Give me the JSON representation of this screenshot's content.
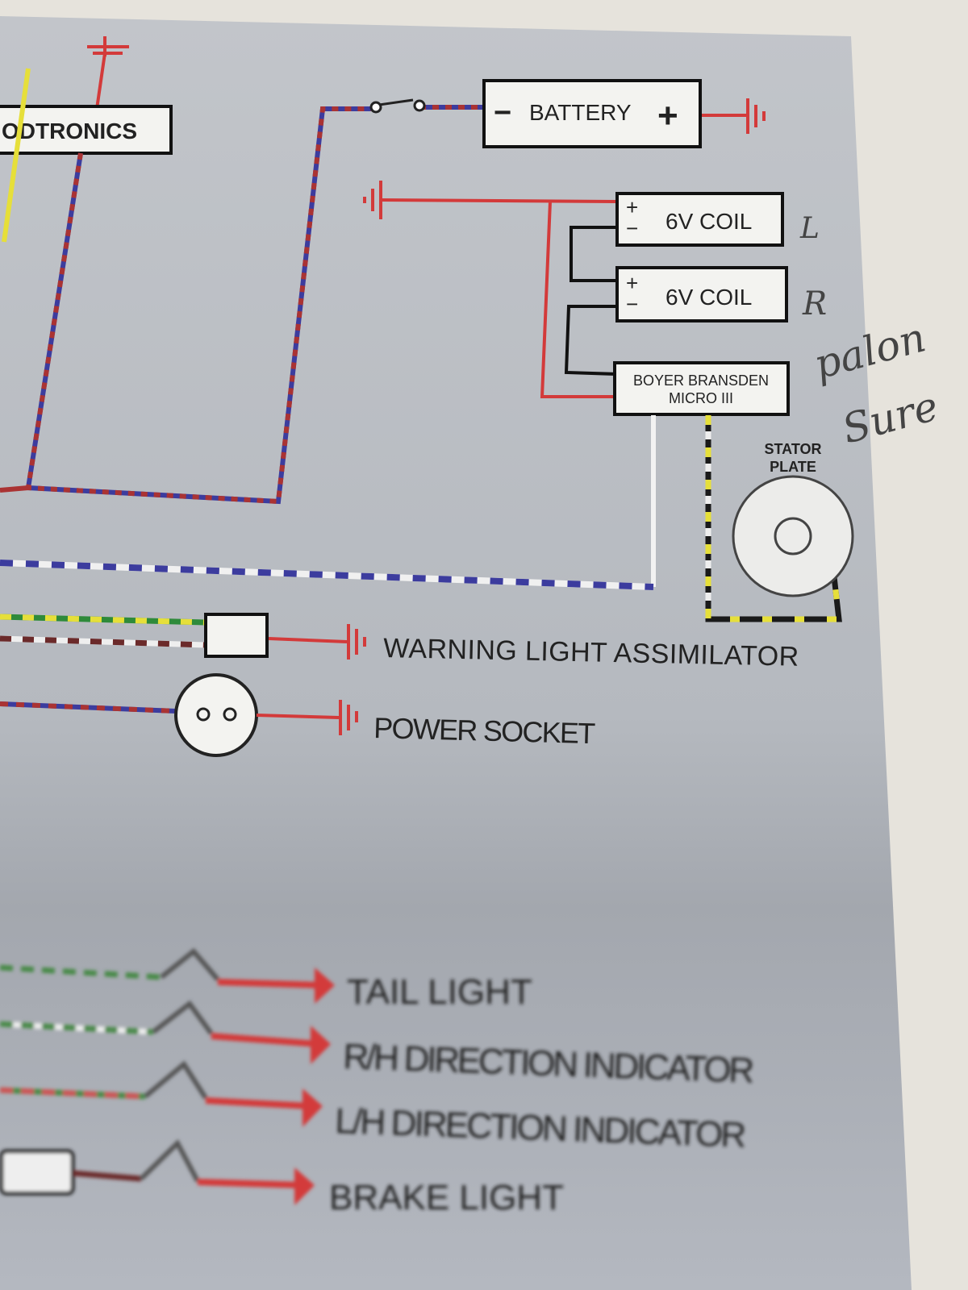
{
  "components": {
    "dodtronics": "ODTRONICS",
    "battery": {
      "minus": "−",
      "label": "BATTERY",
      "plus": "+"
    },
    "coil_left": {
      "plus": "+",
      "minus": "−",
      "label": "6V COIL"
    },
    "coil_right": {
      "plus": "+",
      "minus": "−",
      "label": "6V COIL"
    },
    "ignition": {
      "line1": "BOYER BRANSDEN",
      "line2": "MICRO III"
    },
    "stator": {
      "line1": "STATOR",
      "line2": "PLATE"
    },
    "warning_light": "WARNING LIGHT ASSIMILATOR",
    "power_socket": "POWER SOCKET",
    "lights": [
      "TAIL LIGHT",
      "R/H DIRECTION INDICATOR",
      "L/H DIRECTION INDICATOR",
      "BRAKE LIGHT"
    ]
  },
  "handwriting": {
    "coil_left_note": "L",
    "coil_right_note": "R",
    "note_line1": "palon",
    "note_line2": "Sure"
  },
  "colors": {
    "paper": "#b9bcc2",
    "red": "#d33a3a",
    "blue": "#3c3c9e",
    "yellow": "#e6df3a",
    "black": "#1a1a1a"
  }
}
